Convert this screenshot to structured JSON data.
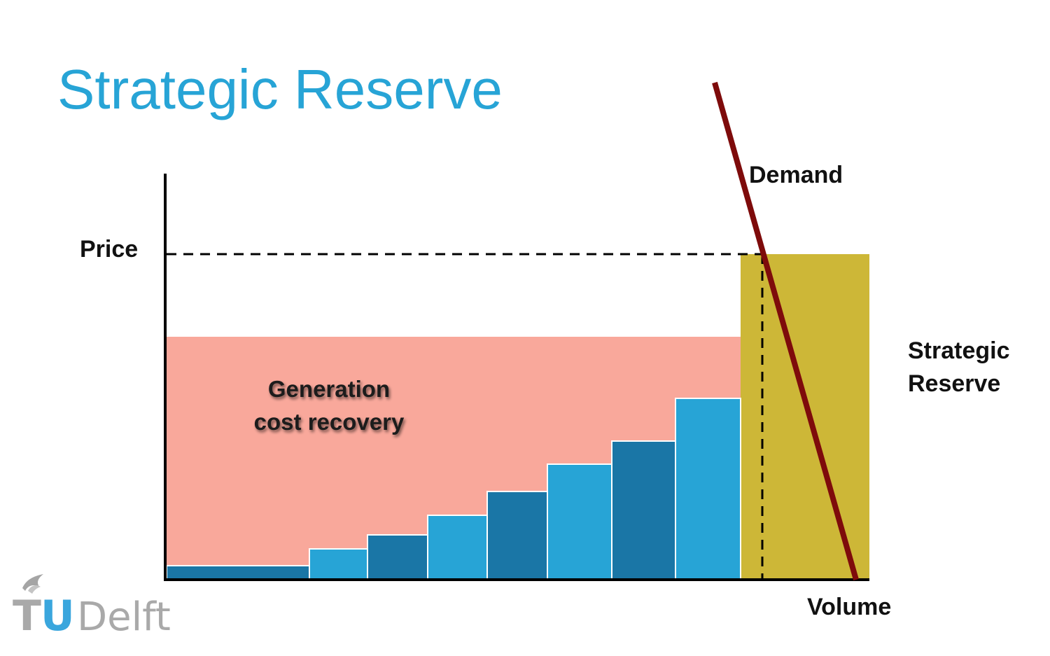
{
  "slide": {
    "title": "Strategic Reserve"
  },
  "diagram": {
    "labels": {
      "price": "Price",
      "volume": "Volume",
      "demand": "Demand",
      "reserve_line1": "Strategic",
      "reserve_line2": "Reserve",
      "generation_line1": "Generation",
      "generation_line2": "cost recovery"
    },
    "colors": {
      "generation_cost_recovery": "#f9a89b",
      "strategic_reserve": "#cdb737",
      "supply_light": "#27a4d6",
      "supply_dark": "#1a76a6",
      "demand_curve": "#7e0b0b",
      "axis": "#000000"
    }
  },
  "logo": {
    "text_t": "T",
    "text_u": "U",
    "text_delft": "Delft",
    "icon": "flame-icon"
  }
}
